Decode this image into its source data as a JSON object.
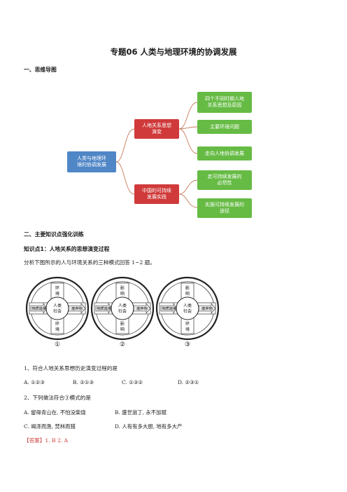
{
  "doc": {
    "title": "专题06 人类与地理环境的协调发展",
    "section1": "一、思维导图",
    "mindmap": {
      "root": "人类与地理环\n境的协调发展",
      "branches": [
        {
          "label": "人地关系思想\n演变",
          "children": [
            "四个不同时期人地\n关系思想及原因",
            "主要环境问题",
            "走向人地协调发展"
          ]
        },
        {
          "label": "中国的可持续\n发展实践",
          "children": [
            "走可持续发展的\n必然性",
            "实施可持续发展的\n途径"
          ]
        }
      ]
    },
    "section2": "二、主要知识点强化训练",
    "knowledge1": "知识点1：人地关系的思想演变过程",
    "intro": "分析下图所示的人与环境关系的三种模式回答 1~2 题。",
    "figures": [
      {
        "num": "①",
        "top": "环 境",
        "bottom": "环 境",
        "left": "物质能量",
        "center": "人类\n社会",
        "right": "废弃物"
      },
      {
        "num": "②",
        "top": "影 响",
        "bottom": "影 响",
        "left": "物质能量",
        "center": "人类\n社会",
        "right": "废弃物"
      },
      {
        "num": "③",
        "top": "影 响",
        "bottom": "环 境",
        "left": "物质能量",
        "center": "人类\n社会",
        "right": "废弃物"
      }
    ],
    "q1": {
      "text": "1、符合人地关系思想历史演变过程的是",
      "options": [
        "A. ①②③",
        "B. ②①③",
        "C. ①③②",
        "D. ②③①"
      ]
    },
    "q2": {
      "text": "2、下列做法符合③模式的是",
      "options": [
        "A. 留得青山在, 不怕没柴烧",
        "B. 盛世滋丁, 永不加赋",
        "C. 竭泽而渔, 焚林而猎",
        "D. 人有有多大胆, 地有多大产"
      ]
    },
    "answer": "【答案】1. B   2. A"
  }
}
